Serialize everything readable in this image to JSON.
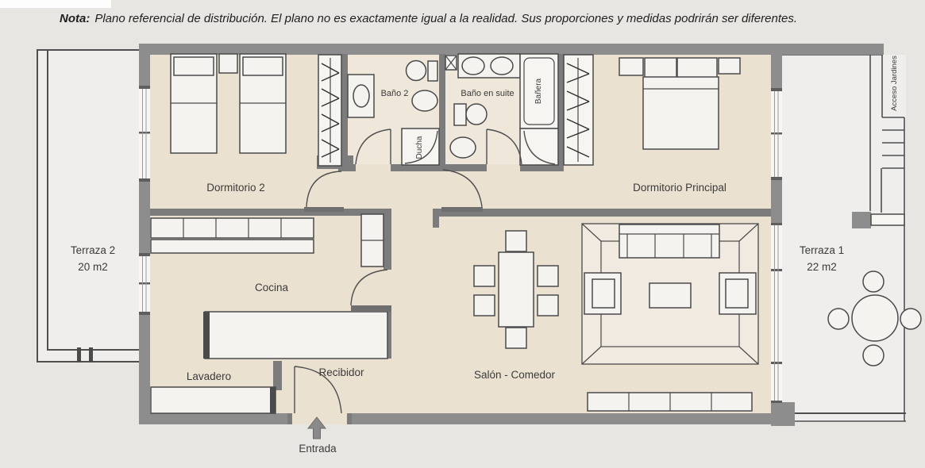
{
  "note": {
    "prefix": "Nota:",
    "body": "Plano referencial de distribución. El plano no es exactamente igual a la realidad. Sus proporciones y medidas podrirán ser diferentes."
  },
  "labels": {
    "dormitorio2": "Dormitorio 2",
    "bano2": "Baño 2",
    "ducha": "Ducha",
    "bano_en_suite": "Baño en suite",
    "banera": "Bañera",
    "dormitorio_principal": "Dormitorio Principal",
    "cocina": "Cocina",
    "lavadero": "Lavadero",
    "recibidor": "Recibidor",
    "salon": "Salón - Comedor",
    "entrada": "Entrada",
    "acceso_jardines": "Acceso Jardines",
    "terraza1": "Terraza 1",
    "terraza1_area": "22 m2",
    "terraza2": "Terraza 2",
    "terraza2_area": "20 m2"
  },
  "colors": {
    "background": "#e8e6e3",
    "terrace": "#efeeec",
    "floor": "#ebe1d0",
    "bath_floor": "#efe8da",
    "wall": "#8d8d8d",
    "wall_inner": "#7c7c7c",
    "furniture": "#f4f3f0",
    "line": "#4a4a4a",
    "text": "#3b3b3b",
    "arrow": "#8a8a8a",
    "note_text": "#1f1f1f"
  }
}
